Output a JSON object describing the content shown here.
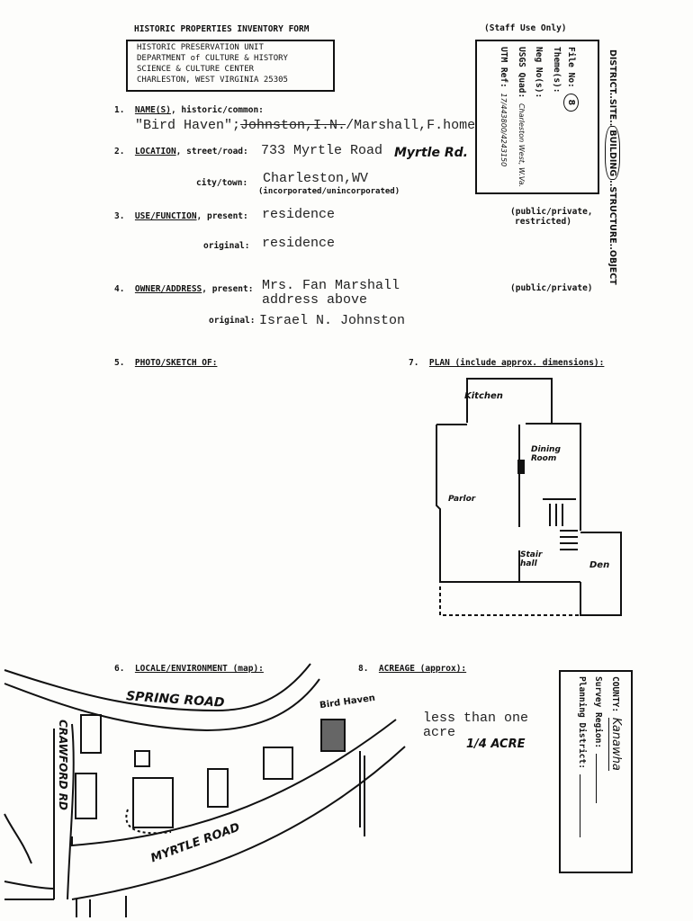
{
  "form_title": "HISTORIC PROPERTIES INVENTORY FORM",
  "staff_use": "(Staff Use Only)",
  "agency": [
    "HISTORIC PRESERVATION UNIT",
    "DEPARTMENT of CULTURE & HISTORY",
    "SCIENCE & CULTURE CENTER",
    "CHARLESTON, WEST VIRGINIA  25305"
  ],
  "staff_box": {
    "file_no_label": "File No:",
    "file_no_value": "8",
    "theme_label": "Theme(s):",
    "neg_label": "Neg No(s):",
    "usgs_label": "USGS Quad:",
    "usgs_value": "Charleston West, W.Va.",
    "utm_label": "UTM Ref:",
    "utm_value": "17/443800/4243150"
  },
  "type_line": {
    "district": "DISTRICT..",
    "site": "SITE..",
    "building": "BUILDING",
    "rest": "..STRUCTURE..OBJECT"
  },
  "fields": {
    "name": {
      "num": "1.",
      "label": "NAME(S)",
      "sub": ", historic/common:",
      "value_a": "\"Bird Haven\";",
      "value_b": "Johnston,I.N.",
      "value_c": "/Marshall,F.home"
    },
    "location": {
      "num": "2.",
      "label": "LOCATION",
      "sub": ", street/road:",
      "value": "733 Myrtle Road",
      "hand": "Myrtle Rd.",
      "city_label": "city/town:",
      "city_value": "Charleston,WV",
      "incorp": "(incorporated/unincorporated)"
    },
    "use": {
      "num": "3.",
      "label": "USE/FUNCTION",
      "sub": ", present:",
      "present": "residence",
      "orig_label": "original:",
      "original": "residence",
      "status": "(public/private,",
      "status2": "restricted)"
    },
    "owner": {
      "num": "4.",
      "label": "OWNER/ADDRESS",
      "sub": ", present:",
      "present": "Mrs. Fan Marshall",
      "present2": "address above",
      "orig_label": "original:",
      "original": "Israel N. Johnston",
      "status": "(public/private)"
    },
    "photo": {
      "num": "5.",
      "label": "PHOTO/SKETCH OF:"
    },
    "plan": {
      "num": "7.",
      "label": "PLAN (include approx. dimensions):",
      "rooms": [
        "Kitchen",
        "Dining Room",
        "Parlor",
        "Stair hall",
        "Den"
      ]
    },
    "locale": {
      "num": "6.",
      "label": "LOCALE/ENVIRONMENT (map):",
      "roads": [
        "SPRING ROAD",
        "CRAWFORD RD",
        "MYRTLE ROAD"
      ],
      "house": "Bird Haven"
    },
    "acreage": {
      "num": "8.",
      "label": "ACREAGE (approx):",
      "value": "less than one",
      "value2": "acre",
      "hand": "1/4 ACRE"
    }
  },
  "county_box": {
    "county_label": "COUNTY:",
    "county_value": "Kanawha",
    "survey_label": "Survey Region:",
    "planning_label": "Planning District:"
  }
}
